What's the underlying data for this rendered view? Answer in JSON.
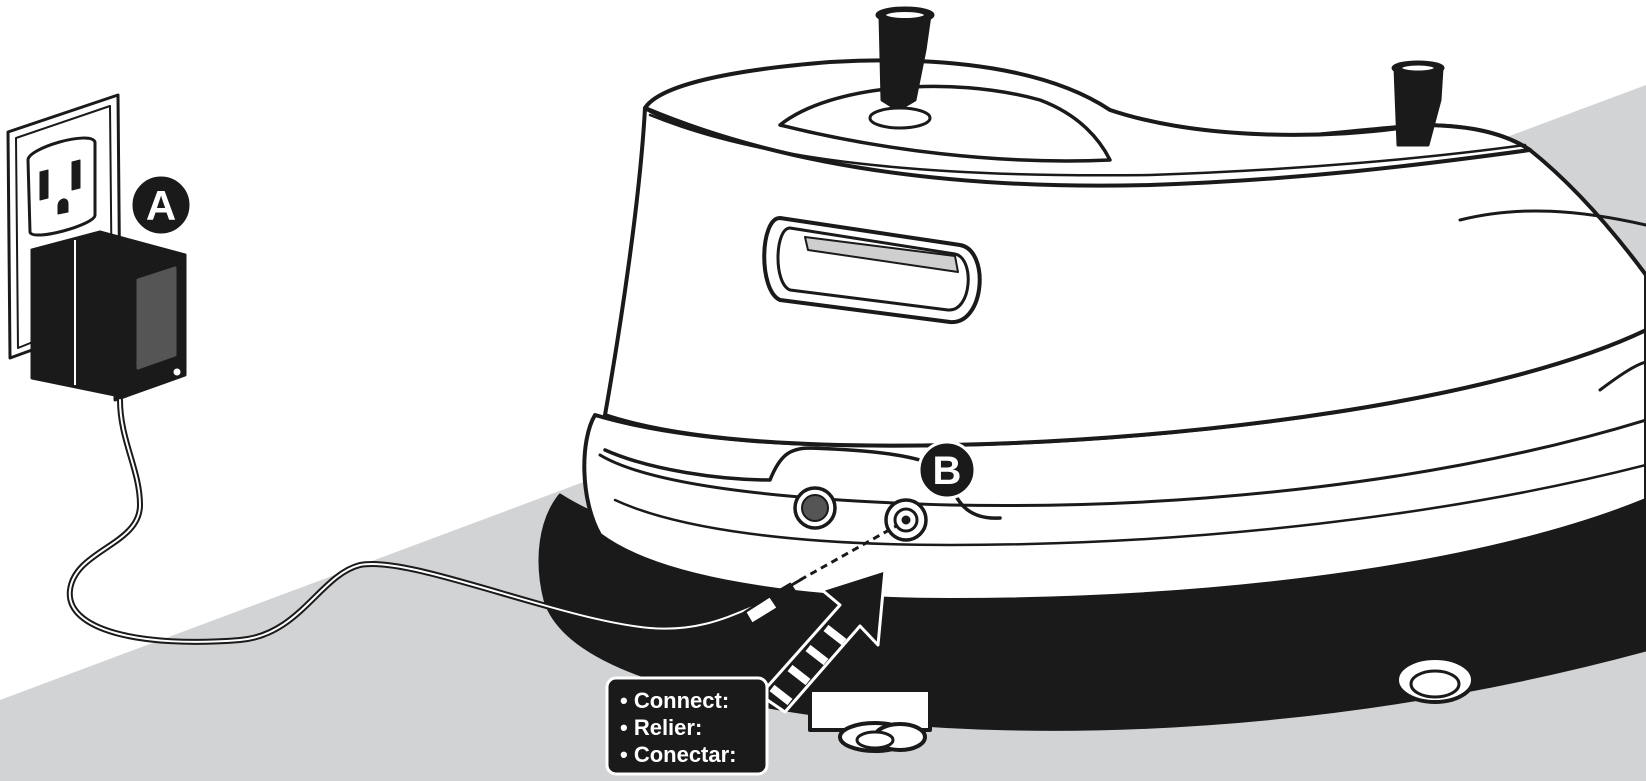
{
  "labels": {
    "outlet_adapter": "A",
    "charging_port": "B"
  },
  "callout": {
    "lines": [
      "• Connect:",
      "• Relier:",
      "• Conectar:"
    ]
  },
  "colors": {
    "ink": "#1a1a1a",
    "floor": "#d2d3d5",
    "paper": "#ffffff",
    "adapter_window": "#555555"
  },
  "icons": {
    "outlet": "wall-outlet-icon",
    "adapter": "power-adapter-icon",
    "plug": "barrel-plug-icon",
    "arrow": "insert-arrow-icon"
  }
}
